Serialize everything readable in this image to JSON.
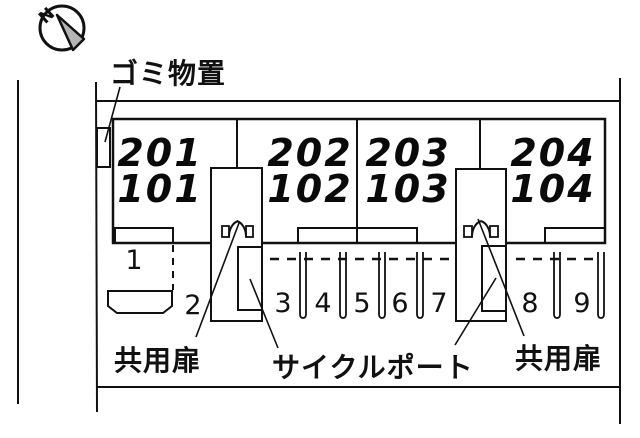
{
  "title": "apartment-site-plan",
  "compass": {
    "label": "N"
  },
  "annotations": {
    "garbage_storage": "ゴミ物置",
    "shared_door_left": "共用扉",
    "cycle_port": "サイクルポート",
    "shared_door_right": "共用扉"
  },
  "units": [
    {
      "upper": "201",
      "lower": "101"
    },
    {
      "upper": "202",
      "lower": "102"
    },
    {
      "upper": "203",
      "lower": "103"
    },
    {
      "upper": "204",
      "lower": "104"
    }
  ],
  "parking": {
    "spaces": [
      "1",
      "2",
      "3",
      "4",
      "5",
      "6",
      "7",
      "8",
      "9"
    ]
  },
  "colors": {
    "line": "#111111",
    "background": "#ffffff",
    "needle_gray": "#b5b5b5"
  }
}
